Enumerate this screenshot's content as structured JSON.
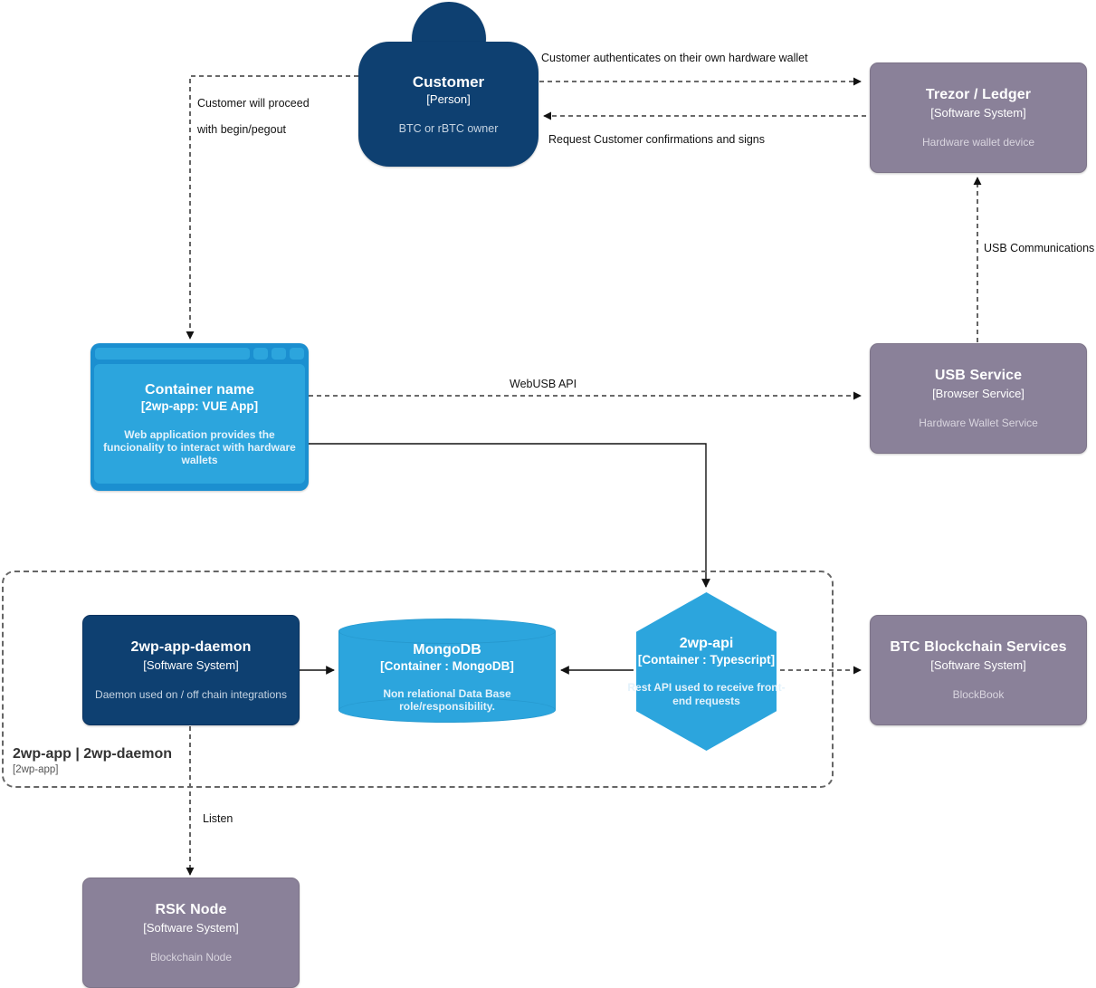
{
  "diagram": {
    "type": "C4 Container diagram",
    "colors": {
      "person_navy": "#0E4071",
      "container_blue": "#2CA5DD",
      "browser_chrome_blue": "#1B8FD0",
      "external_system_purple": "#8A8199",
      "boundary_dashed": "#666666",
      "edge_line": "#121212",
      "background": "#FFFFFF"
    }
  },
  "nodes": {
    "customer": {
      "title": "Customer",
      "tech": "[Person]",
      "desc": "BTC or rBTC owner"
    },
    "trezor_ledger": {
      "title": "Trezor / Ledger",
      "tech": "[Software System]",
      "desc": "Hardware wallet device"
    },
    "vue_app": {
      "title": "Container name",
      "tech": "[2wp-app: VUE App]",
      "desc": "Web application provides the funcionality to interact with hardware wallets"
    },
    "usb_service": {
      "title": "USB Service",
      "tech": "[Browser Service]",
      "desc": "Hardware Wallet Service"
    },
    "daemon": {
      "title": "2wp-app-daemon",
      "tech": "[Software System]",
      "desc": "Daemon used on / off chain integrations"
    },
    "mongodb": {
      "title": "MongoDB",
      "tech": "[Container : MongoDB]",
      "desc": "Non relational Data Base role/responsibility."
    },
    "api": {
      "title": "2wp-api",
      "tech": "[Container : Typescript]",
      "desc": "Rest API used to receive front-end requests"
    },
    "btc_services": {
      "title": "BTC Blockchain Services",
      "tech": "[Software System]",
      "desc": "BlockBook"
    },
    "rsk_node": {
      "title": "RSK Node",
      "tech": "[Software System]",
      "desc": "Blockchain Node"
    }
  },
  "boundary": {
    "name": "2wp-app | 2wp-daemon",
    "tech": "[2wp-app]"
  },
  "edges": {
    "customer_to_trezor": "Customer authenticates on their own hardware wallet",
    "trezor_to_customer": "Request Customer confirmations and signs",
    "customer_to_vue_line1": "Customer will proceed",
    "customer_to_vue_line2": "with begin/pegout",
    "usb_to_trezor": "USB Communications",
    "vue_to_usb": "WebUSB API",
    "daemon_to_rsk": "Listen"
  }
}
